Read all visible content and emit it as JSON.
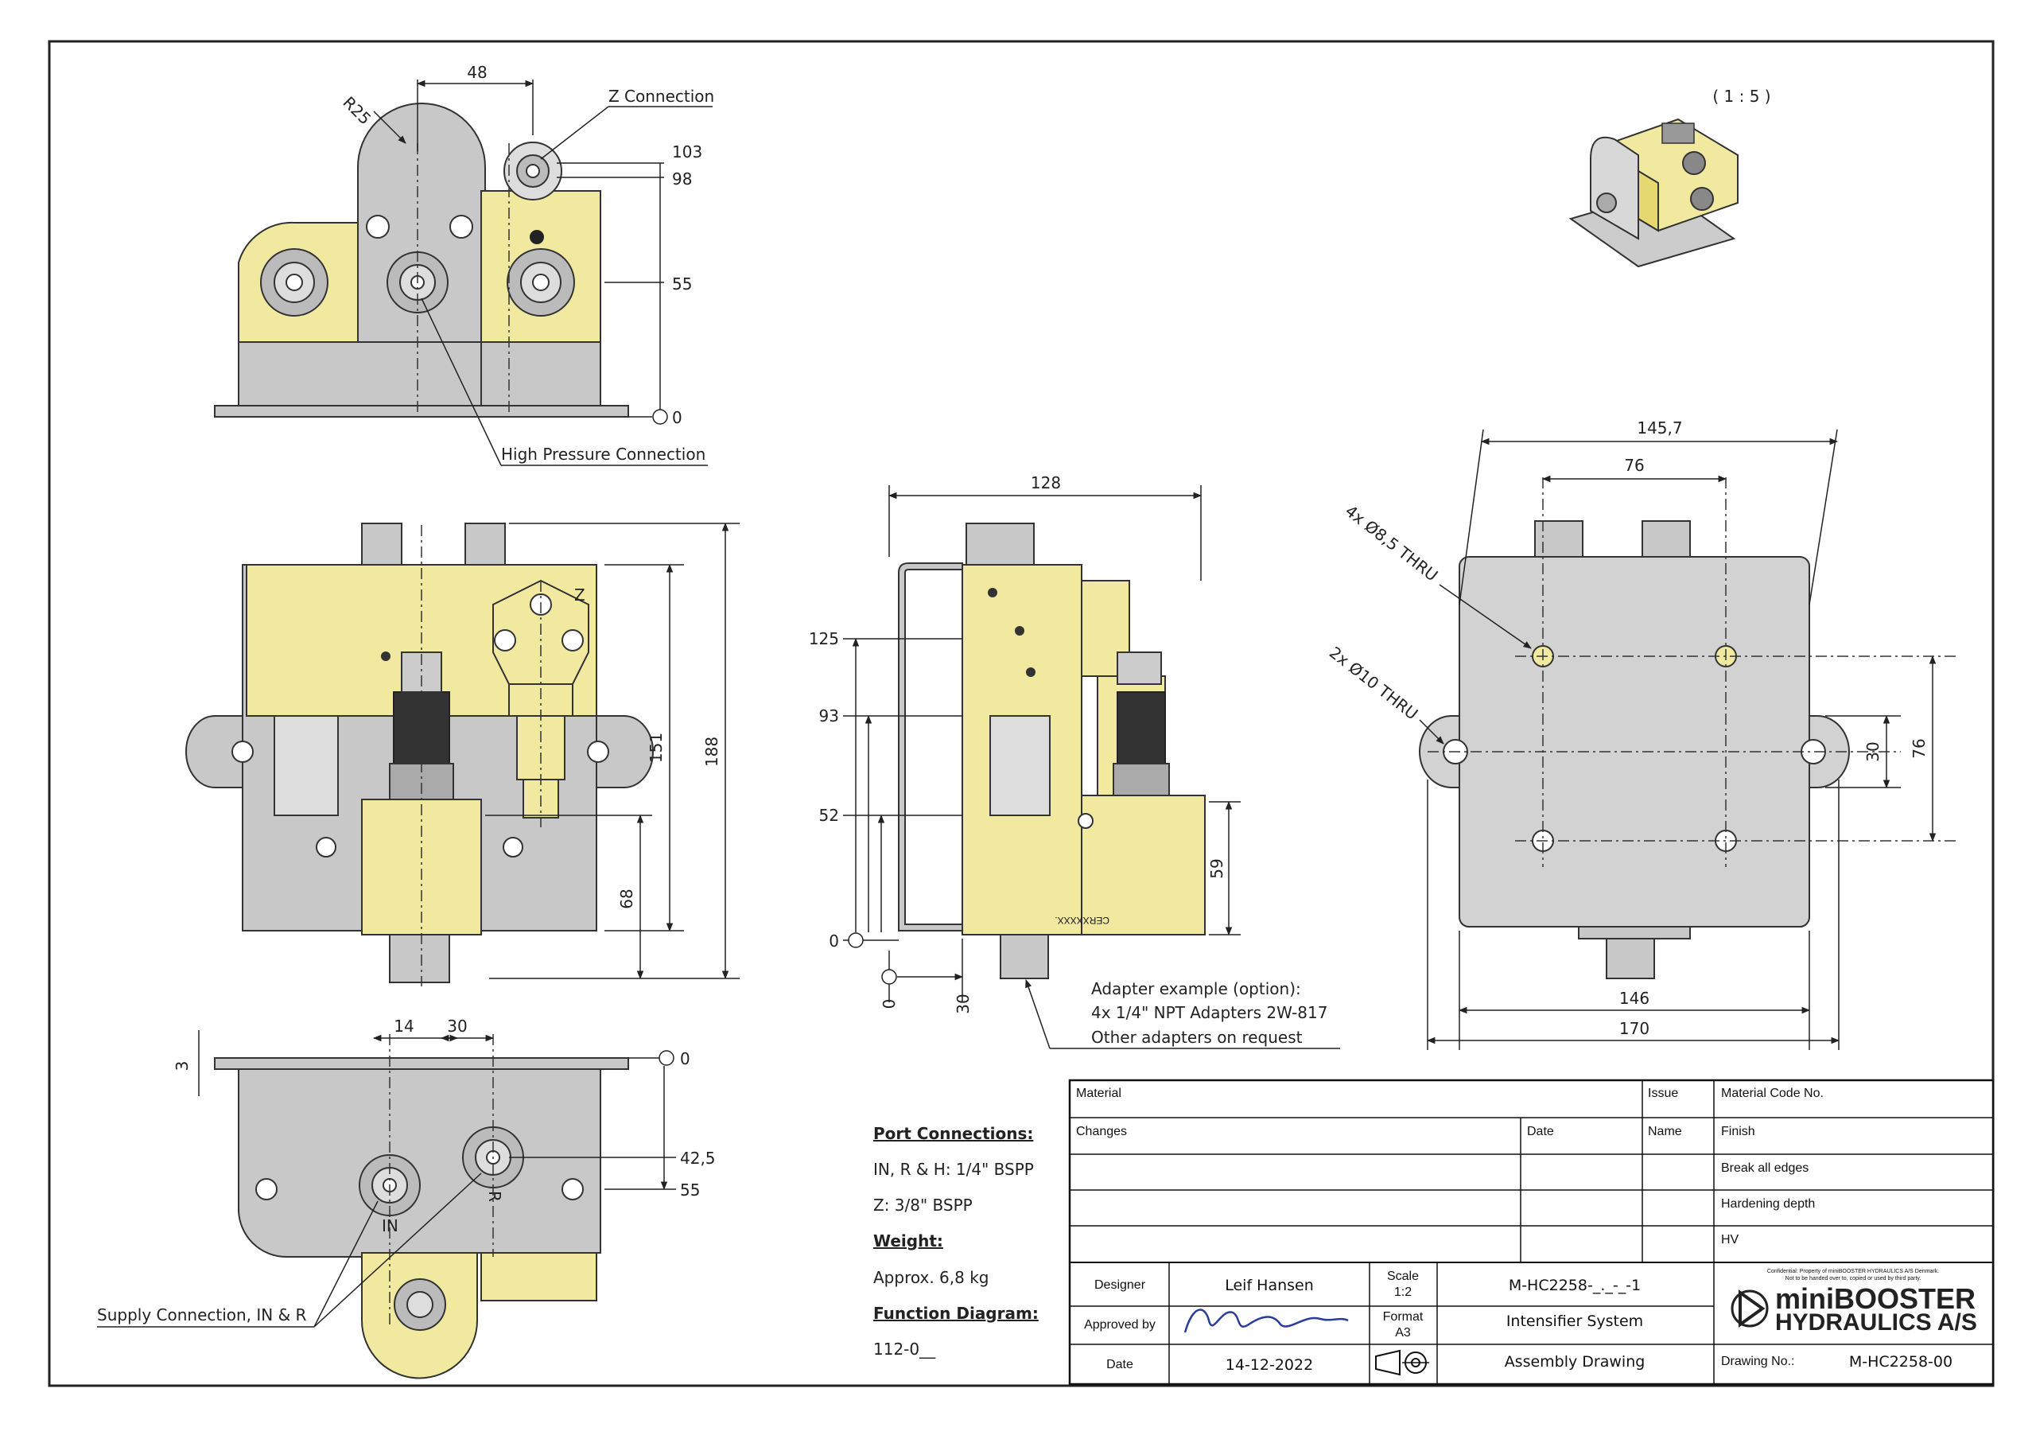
{
  "views": {
    "top": {
      "radius": "R25",
      "width_48": "48",
      "z_connection": "Z Connection",
      "d103": "103",
      "d98": "98",
      "d55": "55",
      "d0": "0",
      "high_pressure": "High Pressure Connection"
    },
    "front": {
      "d151": "151",
      "d188": "188",
      "d68": "68",
      "z_label": "Z"
    },
    "bottom": {
      "d3": "3",
      "d14": "14",
      "d30": "30",
      "d0": "0",
      "d42_5": "42,5",
      "d55": "55",
      "supply": "Supply Connection, IN & R",
      "in_label": "IN",
      "r_label": "R"
    },
    "side": {
      "d128": "128",
      "d125": "125",
      "d93": "93",
      "d52": "52",
      "d0": "0",
      "d59": "59",
      "x0": "0",
      "x30": "30",
      "serial": "CERXXXXX.",
      "adapter1": "Adapter example (option):",
      "adapter2": "4x 1/4\" NPT Adapters 2W-817",
      "adapter3": "Other adapters on request"
    },
    "plate": {
      "d145_7": "145,7",
      "d76_top": "76",
      "holes1": "4x Ø8,5 THRU",
      "holes2": "2x Ø10 THRU",
      "d30": "30",
      "d76_side": "76",
      "d146": "146",
      "d170": "170"
    },
    "iso": {
      "scale": "( 1 : 5 )"
    }
  },
  "port_info": {
    "port_title": "Port Connections:",
    "port_line1": "IN, R & H: 1/4\" BSPP",
    "port_line2": "Z: 3/8\" BSPP",
    "weight_title": "Weight:",
    "weight_value": "Approx. 6,8 kg",
    "function_title": "Function Diagram:",
    "function_value": "112-0__"
  },
  "title_block": {
    "material": "Material",
    "issue": "Issue",
    "material_code": "Material Code No.",
    "changes": "Changes",
    "date_col": "Date",
    "name_col": "Name",
    "finish": "Finish",
    "break_edges": "Break all edges",
    "hardening": "Hardening depth",
    "hv": "HV",
    "designer_label": "Designer",
    "designer_value": "Leif Hansen",
    "approved_label": "Approved by",
    "date_label": "Date",
    "date_value": "14-12-2022",
    "scale_label": "Scale",
    "scale_value": "1:2",
    "format_label": "Format",
    "format_value": "A3",
    "part_no": "M-HC2258-_._-_-1",
    "desc1": "Intensifier System",
    "desc2": "Assembly Drawing",
    "confidential1": "Confidential: Property of miniBOOSTER HYDRAULICS A/S Denmark.",
    "confidential2": "Not to be handed over to, copied or used by third party.",
    "logo1": "miniBOOSTER",
    "logo2": "HYDRAULICS A/S",
    "drawing_no_label": "Drawing No.:",
    "drawing_no_value": "M-HC2258-00"
  },
  "colors": {
    "steel": "#c8c8c8",
    "yellow": "#f2e9a0",
    "line": "#333333"
  }
}
